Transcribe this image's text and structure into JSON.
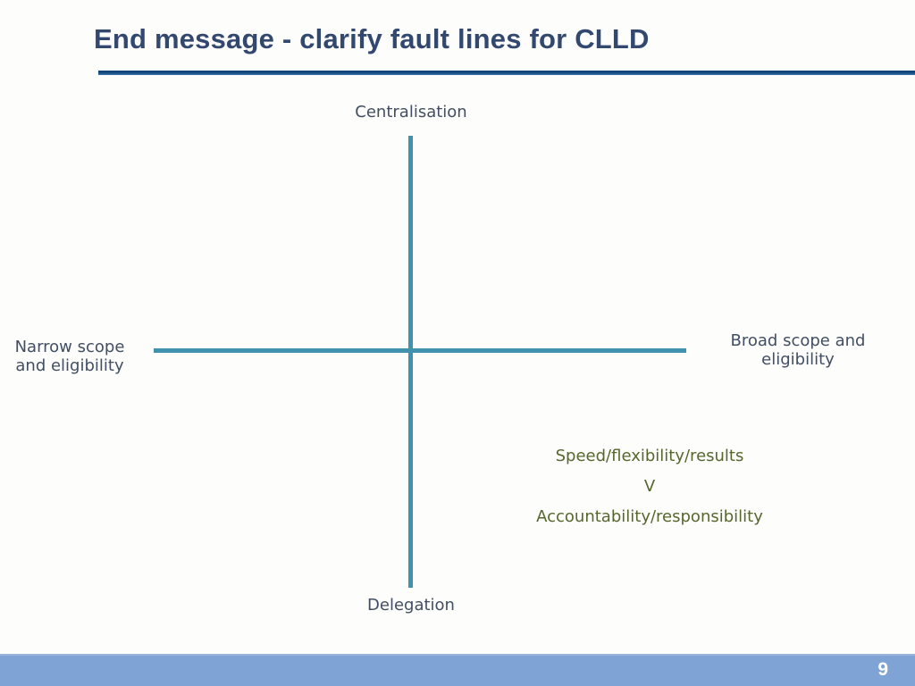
{
  "slide": {
    "title": "End message - clarify fault lines for CLLD",
    "page_number": "9"
  },
  "diagram": {
    "type": "quadrant-axes",
    "axes": {
      "top_label": "Centralisation",
      "bottom_label": "Delegation",
      "left_label": {
        "lines": [
          "Narrow scope",
          "and eligibility"
        ]
      },
      "right_label": {
        "lines": [
          "Broad scope and",
          "eligibility"
        ]
      }
    },
    "annotation": {
      "quadrant": "bottom-right",
      "lines": [
        "Speed/flexibility/results",
        "V",
        "Accountability/responsibility"
      ]
    }
  },
  "colors": {
    "title_text": "#33486F",
    "title_rule": "#164e85",
    "axis_line": "#4092ad",
    "axis_label_text": "#414e63",
    "annotation_text": "#55672c",
    "footer_bar": "#7ea3d4",
    "page_number_text": "#ffffff"
  }
}
